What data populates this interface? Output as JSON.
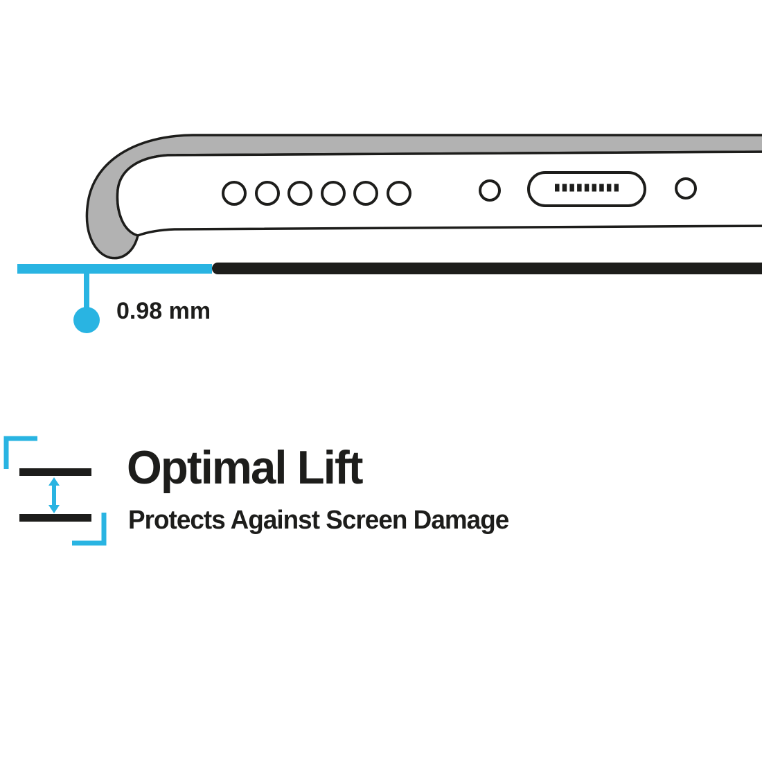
{
  "colors": {
    "accent": "#29b4e2",
    "ink": "#1d1d1b",
    "case_gray": "#b2b2b2",
    "background": "#ffffff"
  },
  "diagram": {
    "measurement_label": "0.98 mm"
  },
  "feature": {
    "title": "Optimal Lift",
    "subtitle": "Protects Against Screen Damage"
  },
  "icons": {
    "phone_illustration": "phone-bottom-edge-in-case-side-view",
    "speaker_holes": "six-speaker-holes",
    "charging_port": "charging-port-with-pins",
    "lift_icon": "two-lines-with-vertical-double-arrow",
    "measure_marker": "stem-and-dot-callout"
  }
}
